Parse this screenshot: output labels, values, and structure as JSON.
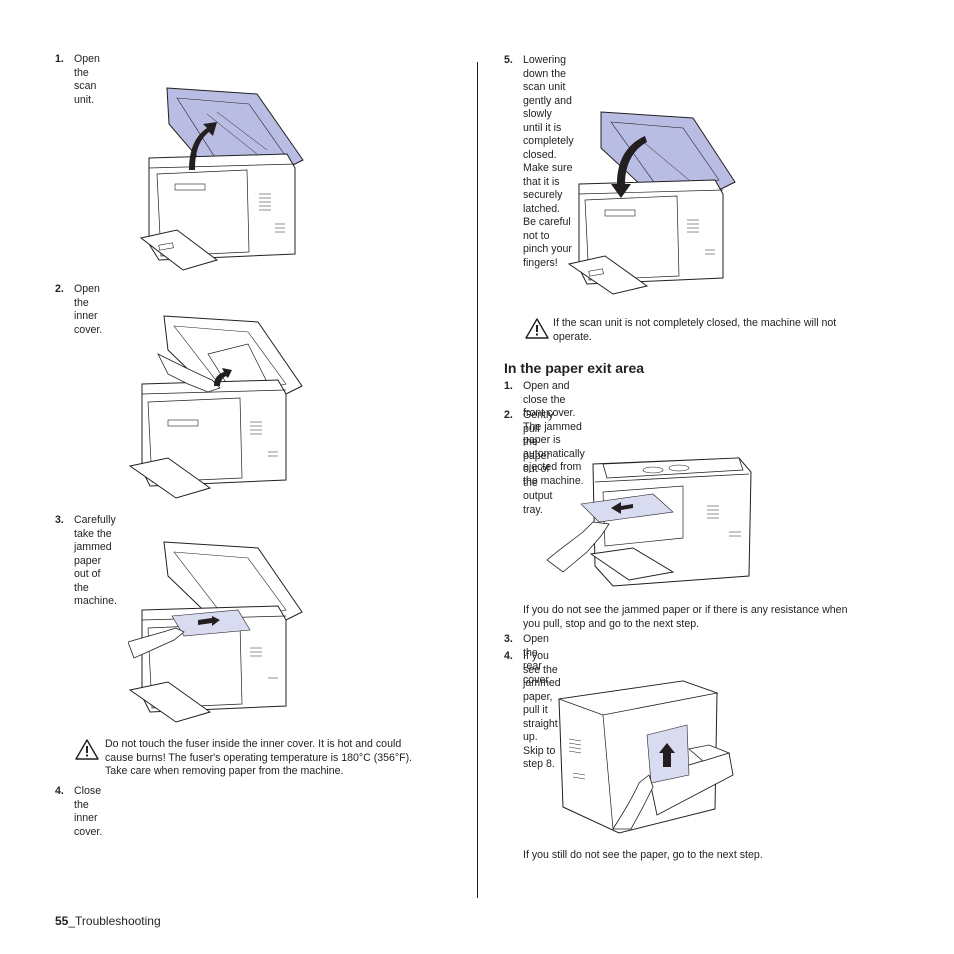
{
  "left_column": {
    "step1": {
      "num": "1.",
      "text": "Open the scan unit."
    },
    "step2": {
      "num": "2.",
      "text": "Open the inner cover."
    },
    "step3": {
      "num": "3.",
      "text": "Carefully take the jammed paper out of the machine."
    },
    "caution": {
      "line1": "Do not touch the fuser inside the inner cover. It is hot and could",
      "line2": "cause burns! The fuser's operating temperature is 180°C (356°F).",
      "line3": "Take care when removing paper from the machine."
    },
    "step4": {
      "num": "4.",
      "text": "Close the inner cover."
    }
  },
  "right_column": {
    "step5": {
      "num": "5.",
      "line1": "Lowering down the scan unit gently and slowly until it is completely",
      "line2": "closed. Make sure that it is securely latched.",
      "line3": "Be careful not to pinch your fingers!"
    },
    "caution": {
      "line1": "If the scan unit is not completely closed, the machine will not",
      "line2": "operate."
    },
    "section_title": "In the paper exit area",
    "exit_step1": {
      "num": "1.",
      "line1": "Open and close the front cover. The jammed paper is automatically",
      "line2": "ejected from the machine."
    },
    "exit_step2": {
      "num": "2.",
      "text": "Gently pull the paper out of the output tray."
    },
    "after_pull": {
      "line1": "If you do not see the jammed paper or if there is any resistance when",
      "line2": "you pull, stop and go to the next step."
    },
    "exit_step3": {
      "num": "3.",
      "text": "Open the rear cover."
    },
    "exit_step4": {
      "num": "4.",
      "text": "If you see the jammed paper, pull it straight up. Skip to step 8."
    },
    "final_note": "If you still do not see the paper, go to the next step."
  },
  "footer": {
    "page_number": "55",
    "section": "_Troubleshooting"
  },
  "colors": {
    "text": "#231f20",
    "scanner_lid": "#b9bde3",
    "paper": "#d9dcf1",
    "line": "#231f20"
  }
}
